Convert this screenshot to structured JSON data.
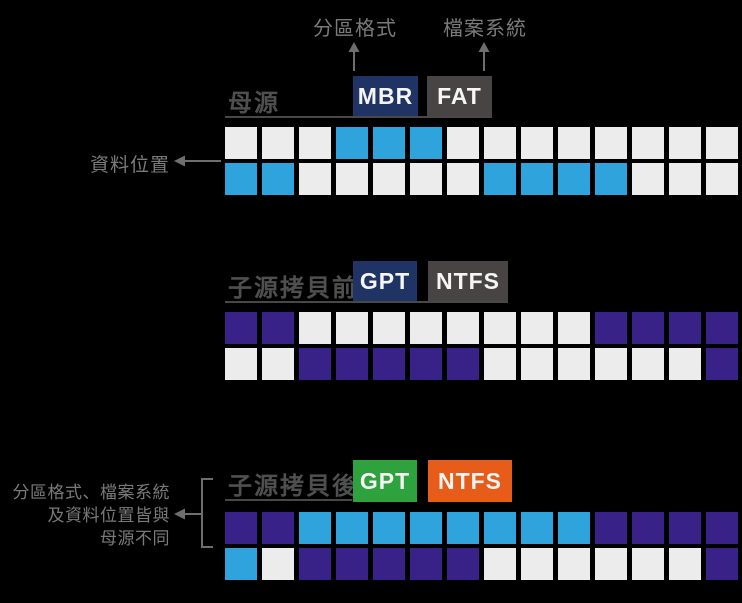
{
  "colors": {
    "background": "#000000",
    "block_white": "#ececec",
    "block_blue": "#2ea3dc",
    "block_purple": "#382287",
    "badge_navy": "#1f3464",
    "badge_gray": "#474443",
    "badge_green": "#2ea23c",
    "badge_orange": "#e65c18",
    "title_text": "#4f4f4f",
    "annotation_text": "#7a7a7a",
    "arrow": "#6e6e6e",
    "underline": "#484848"
  },
  "annotations": {
    "partition_format_label": "分區格式",
    "file_system_label": "檔案系統",
    "data_location_label": "資料位置",
    "difference_note": {
      "line1": "分區格式、檔案系統",
      "line2": "及資料位置皆與",
      "line3": "母源不同"
    }
  },
  "sections": [
    {
      "title": "母源",
      "partition_badge": "MBR",
      "filesystem_badge": "FAT",
      "rows": [
        [
          "white",
          "white",
          "white",
          "blue",
          "blue",
          "blue",
          "white",
          "white",
          "white",
          "white",
          "white",
          "white",
          "white",
          "white"
        ],
        [
          "blue",
          "blue",
          "white",
          "white",
          "white",
          "white",
          "white",
          "blue",
          "blue",
          "blue",
          "blue",
          "white",
          "white",
          "white"
        ]
      ]
    },
    {
      "title": "子源拷貝前",
      "partition_badge": "GPT",
      "filesystem_badge": "NTFS",
      "rows": [
        [
          "purple",
          "purple",
          "white",
          "white",
          "white",
          "white",
          "white",
          "white",
          "white",
          "white",
          "purple",
          "purple",
          "purple",
          "purple"
        ],
        [
          "white",
          "white",
          "purple",
          "purple",
          "purple",
          "purple",
          "purple",
          "white",
          "white",
          "white",
          "white",
          "white",
          "white",
          "purple"
        ]
      ]
    },
    {
      "title": "子源拷貝後",
      "partition_badge": "GPT",
      "filesystem_badge": "NTFS",
      "rows": [
        [
          "purple",
          "purple",
          "blue",
          "blue",
          "blue",
          "blue",
          "blue",
          "blue",
          "blue",
          "blue",
          "purple",
          "purple",
          "purple",
          "purple"
        ],
        [
          "blue",
          "white",
          "purple",
          "purple",
          "purple",
          "purple",
          "purple",
          "white",
          "white",
          "white",
          "white",
          "white",
          "white",
          "purple"
        ]
      ]
    }
  ]
}
